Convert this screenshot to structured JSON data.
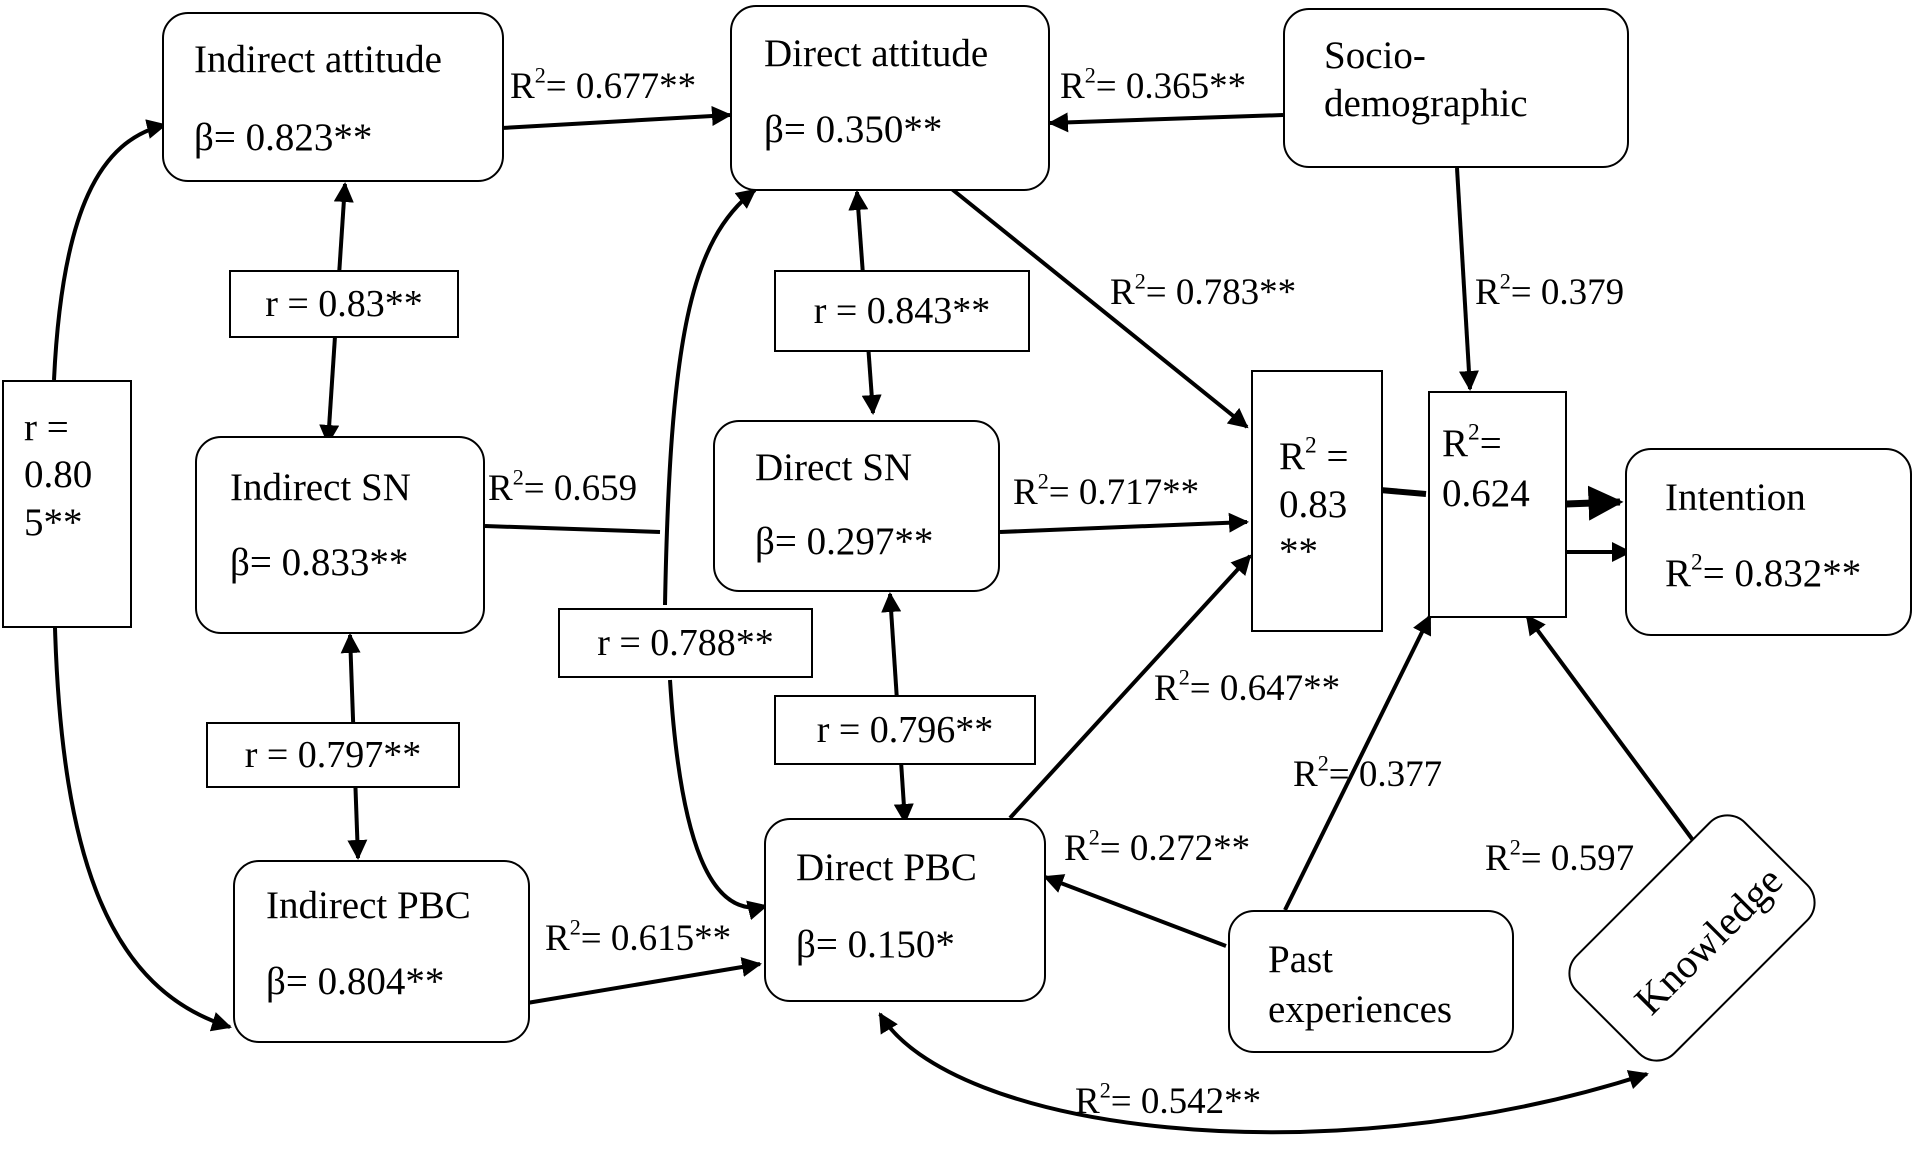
{
  "nodes": {
    "indirect_attitude": {
      "title": "Indirect attitude",
      "stat": "β= 0.823**"
    },
    "direct_attitude": {
      "title": "Direct attitude",
      "stat": "β= 0.350**"
    },
    "sociodemographic": {
      "line1": "Socio-",
      "line2": "demographic"
    },
    "indirect_sn": {
      "title": "Indirect SN",
      "stat": "β= 0.833**"
    },
    "direct_sn": {
      "title": "Direct SN",
      "stat": "β= 0.297**"
    },
    "indirect_pbc": {
      "title": "Indirect PBC",
      "stat": "β= 0.804**"
    },
    "direct_pbc": {
      "title": "Direct PBC",
      "stat": "β= 0.150*"
    },
    "past_experiences": {
      "line1": "Past",
      "line2": "experiences"
    },
    "knowledge": {
      "title": "Knowledge"
    },
    "intention": {
      "title": "Intention",
      "stat_prefix": "R",
      "stat_sup": "2",
      "stat_value": "= 0.832**"
    },
    "mid_r2": {
      "prefix": "R",
      "sup": "2",
      "line1_rest": " =",
      "line2": "0.83",
      "line3": "**"
    },
    "right_r2": {
      "prefix": "R",
      "sup": "2",
      "line1_rest": "=",
      "line2": "0.624"
    },
    "left_r": {
      "line1": "r =",
      "line2": "0.80",
      "line3": "5**"
    }
  },
  "correlations": {
    "ia_isn": "r = 0.83**",
    "da_dsn": "r = 0.843**",
    "isn_ipbc": "r = 0.797**",
    "dsn_dpbc": "r = 0.796**",
    "da_dpbc": "r = 0.788**"
  },
  "path_labels": {
    "ia_da": {
      "prefix": "R",
      "sup": "2",
      "value": "= 0.677**"
    },
    "socio_da": {
      "prefix": "R",
      "sup": "2",
      "value": "= 0.365**"
    },
    "da_mid": {
      "prefix": "R",
      "sup": "2",
      "value": "= 0.783**"
    },
    "socio_right": {
      "prefix": "R",
      "sup": "2",
      "value": "= 0.379"
    },
    "isn_dsn": {
      "prefix": "R",
      "sup": "2",
      "value": "= 0.659"
    },
    "dsn_mid": {
      "prefix": "R",
      "sup": "2",
      "value": "= 0.717**"
    },
    "dpbc_mid": {
      "prefix": "R",
      "sup": "2",
      "value": "= 0.647**"
    },
    "past_right": {
      "prefix": "R",
      "sup": "2",
      "value": "= 0.377"
    },
    "past_dpbc": {
      "prefix": "R",
      "sup": "2",
      "value": "= 0.272**"
    },
    "knowledge_right": {
      "prefix": "R",
      "sup": "2",
      "value": "= 0.597"
    },
    "ipbc_dpbc": {
      "prefix": "R",
      "sup": "2",
      "value": "= 0.615**"
    },
    "dpbc_knowledge": {
      "prefix": "R",
      "sup": "2",
      "value": "= 0.542**"
    }
  }
}
